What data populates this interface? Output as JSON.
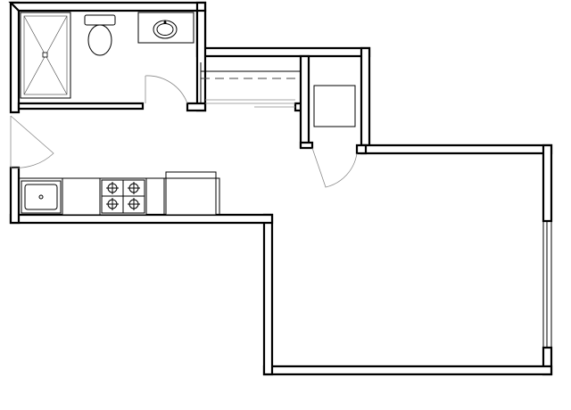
{
  "drawing": {
    "kind": "floor-plan",
    "line_color": "#000000",
    "background": "#ffffff",
    "rooms": [
      "bathroom",
      "kitchen",
      "closet",
      "living-room",
      "hallway"
    ],
    "fixtures": [
      "shower",
      "toilet",
      "bathroom-sink",
      "kitchen-sink",
      "stove",
      "refrigerator",
      "counter",
      "washer-dryer",
      "closet-rod"
    ],
    "icons": [
      "shower-drain-icon",
      "faucet-icon",
      "burner-icon"
    ],
    "labels": []
  }
}
